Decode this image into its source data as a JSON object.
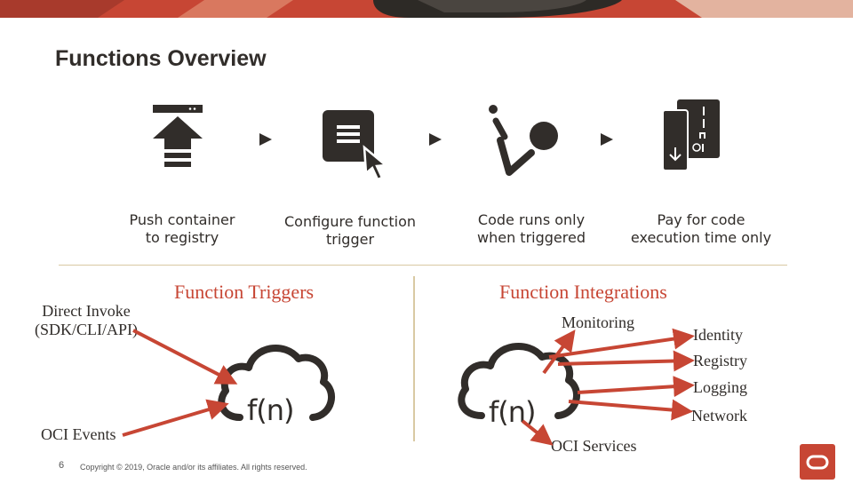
{
  "title": "Functions Overview",
  "steps": [
    {
      "caption_line1": "Push container",
      "caption_line2": "to registry",
      "icon": "upload-icon"
    },
    {
      "caption_line1": "Configure function",
      "caption_line2": "trigger",
      "icon": "cursor-document-icon"
    },
    {
      "caption_line1": "Code runs only",
      "caption_line2": "when triggered",
      "icon": "run-icon"
    },
    {
      "caption_line1": "Pay for code",
      "caption_line2": "execution time only",
      "icon": "billing-icon"
    }
  ],
  "triggers": {
    "heading": "Function Triggers",
    "sources": [
      {
        "line1": "Direct Invoke",
        "line2": "(SDK/CLI/API)"
      },
      {
        "line1": "OCI Events"
      }
    ],
    "fn_label": "f(n)"
  },
  "integrations": {
    "heading": "Function Integrations",
    "fn_label": "f(n)",
    "targets": [
      "Monitoring",
      "Identity",
      "Registry",
      "Logging",
      "Network",
      "OCI Services"
    ]
  },
  "footer": {
    "page_number": "6",
    "copyright": "Copyright © 2019, Oracle and/or its affiliates. All rights reserved."
  },
  "colors": {
    "accent": "#c74634",
    "dark": "#312d2a",
    "divider": "#d9c9a3"
  }
}
